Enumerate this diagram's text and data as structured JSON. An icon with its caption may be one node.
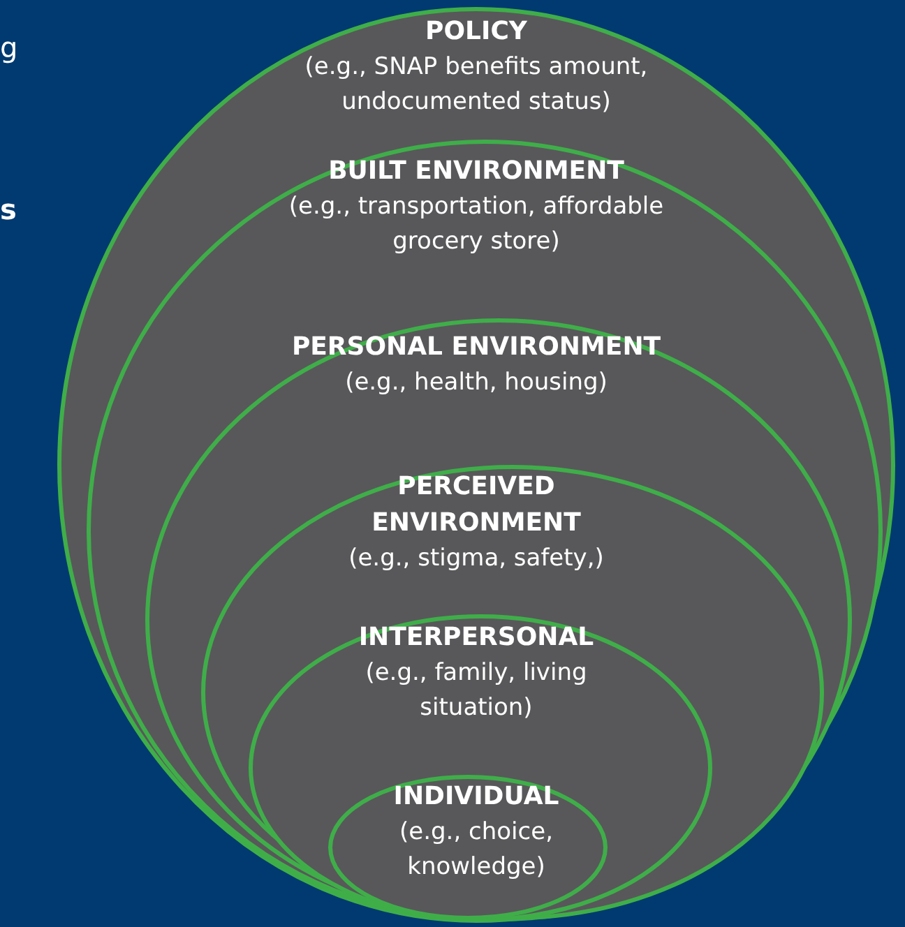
{
  "diagram": {
    "nodes": [
      {
        "text": [
          "POLICY",
          "(e.g., SNAP benefits amount, undocumented status)"
        ]
      },
      {
        "text": [
          "BUILT ENVIRONMENT",
          "(e.g., transportation, affordable grocery store)"
        ],
        "in": 0
      },
      {
        "text": [
          "PERSONAL ENVIRONMENT",
          "(e.g., health, housing)"
        ],
        "in": 1
      },
      {
        "text": [
          "PERCEIVED ENVIRONMENT",
          "(e.g., stigma, safety,)"
        ],
        "in": 2
      },
      {
        "text": [
          "INTERPERSONAL",
          "(e.g., family, living situation)"
        ],
        "in": 3
      },
      {
        "text": [
          "INDIVIDUAL",
          "(e.g., choice, knowledge)"
        ],
        "in": 4
      }
    ],
    "labels": [
      "g",
      "s"
    ]
  }
}
